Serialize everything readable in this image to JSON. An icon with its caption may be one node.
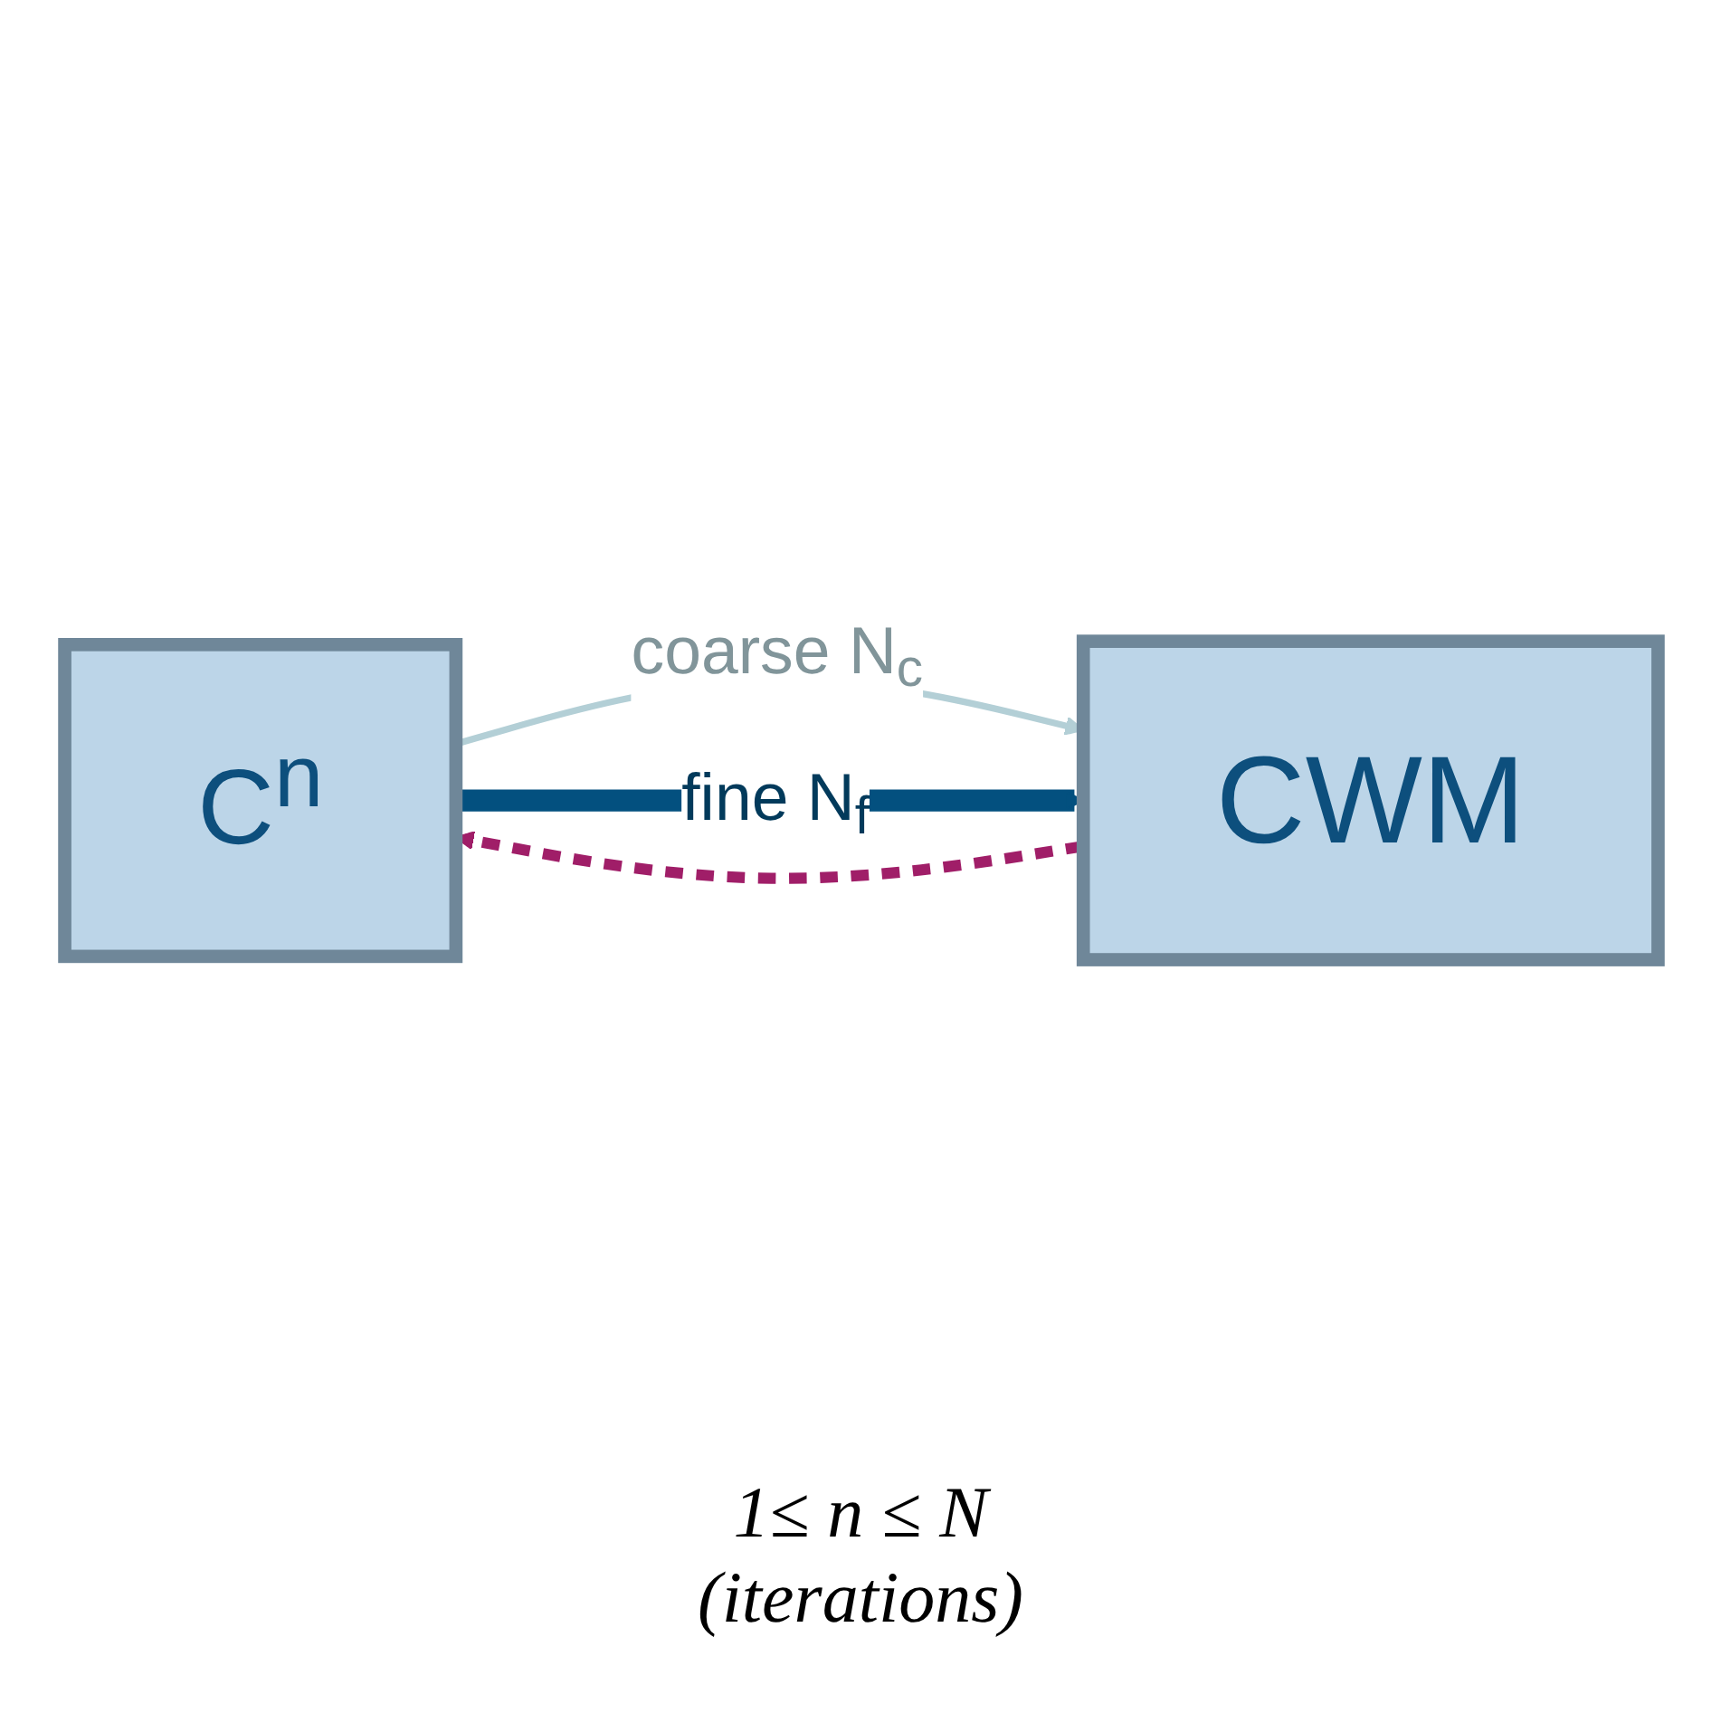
{
  "diagram": {
    "nodes": [
      {
        "text": [
          "C$^{n}$"
        ]
      },
      {
        "text": [
          "CWM"
        ]
      }
    ],
    "edges": [
      {
        "from": 0,
        "to": 1,
        "arrow": "to",
        "label": "coarse N$_{c}$",
        "color": "#b3cfd6"
      },
      {
        "from": 0,
        "to": 1,
        "arrow": "to",
        "label": "fine N$_{f}$",
        "style": "thick",
        "color": "#03507f"
      },
      {
        "from": 1,
        "to": 0,
        "arrow": "to",
        "style": "dashed",
        "color": "#a01e68"
      }
    ],
    "labels": [
      "1≤ n ≤ N",
      "(iterations)"
    ]
  }
}
